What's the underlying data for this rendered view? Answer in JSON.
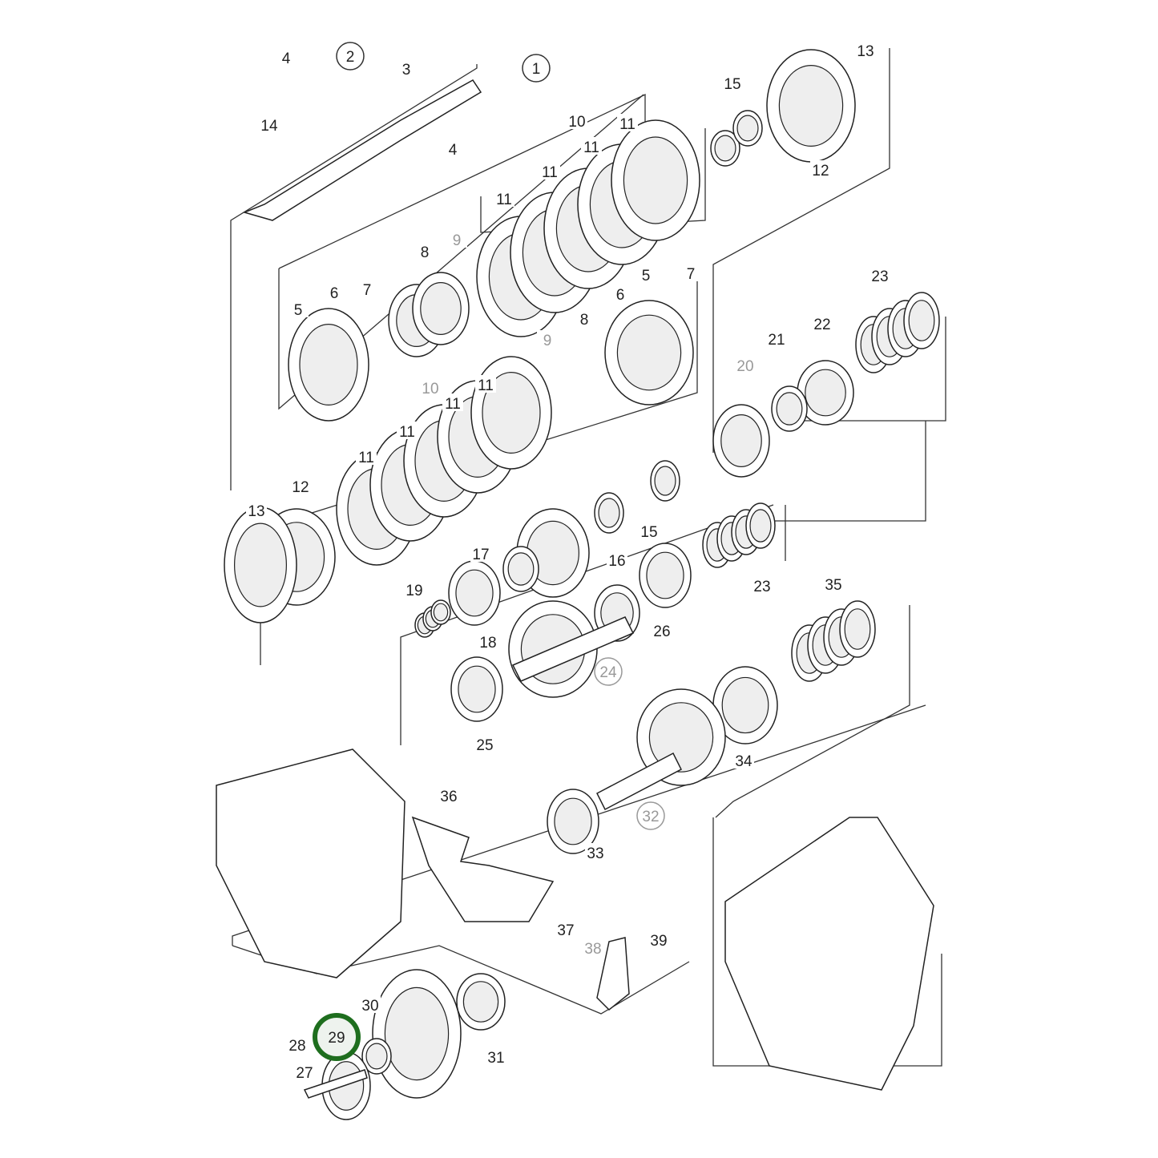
{
  "diagram": {
    "highlight_color": "#1e6e1e",
    "highlighted_label": "29",
    "callouts": [
      {
        "text": "4"
      },
      {
        "text": "2",
        "circled": true
      },
      {
        "text": "3"
      },
      {
        "text": "1",
        "circled": true
      },
      {
        "text": "13"
      },
      {
        "text": "15"
      },
      {
        "text": "14"
      },
      {
        "text": "4"
      },
      {
        "text": "10"
      },
      {
        "text": "11"
      },
      {
        "text": "11"
      },
      {
        "text": "11"
      },
      {
        "text": "11"
      },
      {
        "text": "12"
      },
      {
        "text": "9",
        "muted": true
      },
      {
        "text": "8"
      },
      {
        "text": "6"
      },
      {
        "text": "7"
      },
      {
        "text": "5"
      },
      {
        "text": "5"
      },
      {
        "text": "7"
      },
      {
        "text": "6"
      },
      {
        "text": "8"
      },
      {
        "text": "9",
        "muted": true
      },
      {
        "text": "23"
      },
      {
        "text": "21"
      },
      {
        "text": "22"
      },
      {
        "text": "20",
        "muted": true
      },
      {
        "text": "10",
        "muted": true
      },
      {
        "text": "11"
      },
      {
        "text": "11"
      },
      {
        "text": "11"
      },
      {
        "text": "11"
      },
      {
        "text": "12"
      },
      {
        "text": "13"
      },
      {
        "text": "15"
      },
      {
        "text": "17"
      },
      {
        "text": "16"
      },
      {
        "text": "23"
      },
      {
        "text": "19"
      },
      {
        "text": "35"
      },
      {
        "text": "18"
      },
      {
        "text": "26"
      },
      {
        "text": "24",
        "circled": true,
        "muted": true
      },
      {
        "text": "25"
      },
      {
        "text": "34"
      },
      {
        "text": "36"
      },
      {
        "text": "32",
        "circled": true,
        "muted": true
      },
      {
        "text": "33"
      },
      {
        "text": "37"
      },
      {
        "text": "38",
        "muted": true
      },
      {
        "text": "39"
      },
      {
        "text": "30"
      },
      {
        "text": "28"
      },
      {
        "text": "29",
        "highlighted": true
      },
      {
        "text": "27"
      },
      {
        "text": "31"
      }
    ]
  }
}
